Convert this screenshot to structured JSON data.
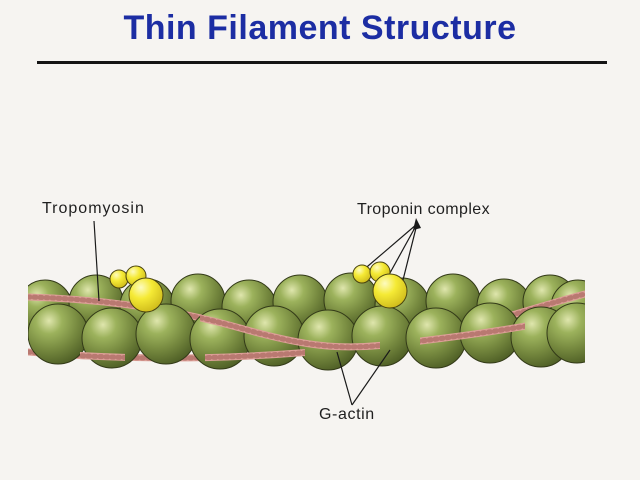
{
  "page": {
    "title": "Thin Filament Structure",
    "title_color": "#1c2da3",
    "background": "#f6f4f1"
  },
  "diagram": {
    "labels": {
      "tropomyosin": "Tropomyosin",
      "troponin_complex": "Troponin complex",
      "g_actin": "G-actin"
    },
    "colors": {
      "actin_green": "#76893f",
      "actin_green_highlight": "#dfe6ad",
      "actin_green_dark": "#4c5c24",
      "tropomyosin_pink": "#dc9f97",
      "tropomyosin_speckle": "#9c5a52",
      "troponin_yellow": "#f5ea35",
      "troponin_yellow_dark": "#cdb91a",
      "leader_line": "#1a1a1a",
      "divider": "#141414"
    }
  }
}
